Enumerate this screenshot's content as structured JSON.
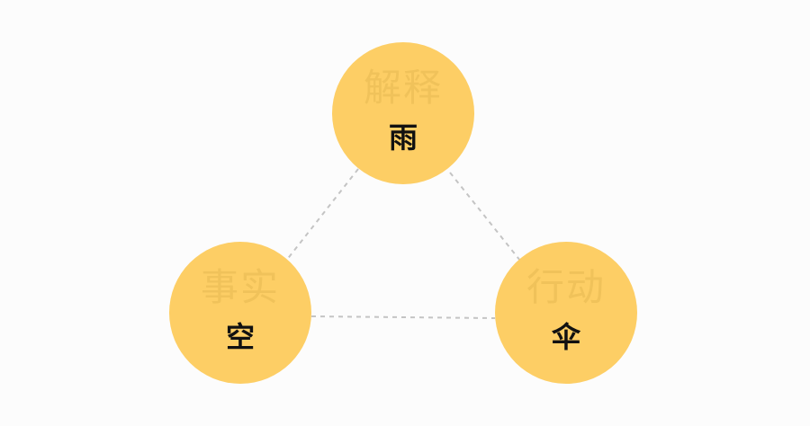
{
  "nodes": {
    "top": {
      "label": "雨",
      "background_label": "解释"
    },
    "left": {
      "label": "空",
      "background_label": "事实"
    },
    "right": {
      "label": "伞",
      "background_label": "行动"
    }
  },
  "colors": {
    "node_fill": "#fdce65",
    "link": "#c4c4c4",
    "background": "#fcfcfc"
  }
}
